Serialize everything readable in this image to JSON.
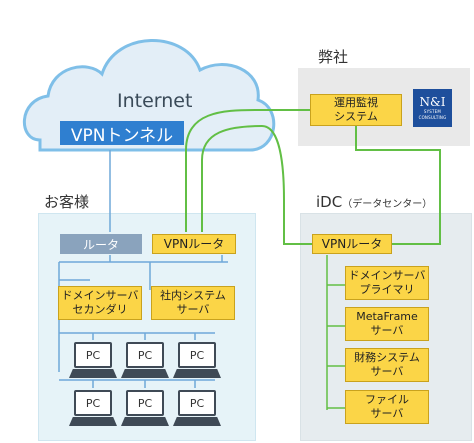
{
  "internet": {
    "label": "Internet",
    "tunnel_label": "VPNトンネル"
  },
  "head_office": {
    "title": "弊社",
    "monitor_box": "運用監視\nシステム",
    "logo": {
      "mark": "N&I",
      "line1": "SYSTEM",
      "line2": "CONSULTING"
    }
  },
  "customer": {
    "title": "お客様",
    "router": "ルータ",
    "vpn_router": "VPNルータ",
    "servers": [
      "ドメインサーバ\nセカンダリ",
      "社内システム\nサーバ"
    ],
    "pcs": [
      "PC",
      "PC",
      "PC",
      "PC",
      "PC",
      "PC"
    ]
  },
  "idc": {
    "title": "iDC",
    "subtitle": "（データセンター）",
    "vpn_router": "VPNルータ",
    "servers": [
      "ドメインサーバ\nプライマリ",
      "MetaFrame\nサーバ",
      "財務システム\nサーバ",
      "ファイル\nサーバ"
    ]
  },
  "colors": {
    "cloud_fill": "#e3eef7",
    "cloud_edge": "#7fbfe8",
    "region_fill": "#e6f3f8",
    "region_edge": "#cfe6f0",
    "office_fill": "#e9e9e9",
    "idc_fill": "#e6ecef",
    "box_yellow": "#fbd547",
    "router_blue": "#8aa3bd",
    "vpn_line": "#62bf45",
    "lan_line": "#6fa8d9",
    "tunnel": "#2f7fd0",
    "logo_bg": "#1e4f9c"
  }
}
